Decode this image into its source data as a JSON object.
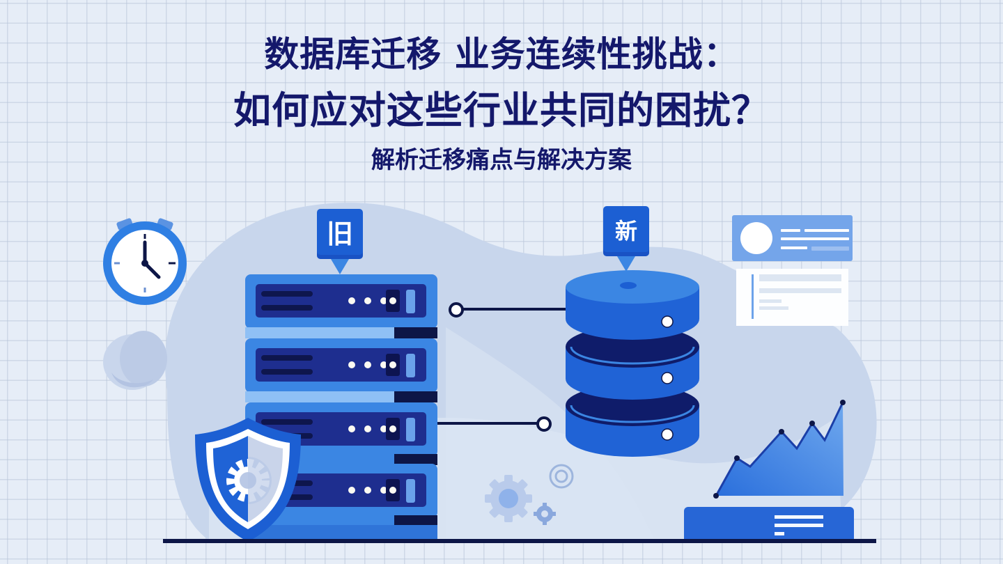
{
  "headline": {
    "line1": "数据库迁移 业务连续性挑战：",
    "line2": "如何应对这些行业共同的困扰？",
    "subtitle": "解析迁移痛点与解决方案"
  },
  "illustration": {
    "old_label": "旧",
    "new_label": "新",
    "server_units": 4,
    "db_tiers": 3,
    "icons": [
      "clock-icon",
      "cloud-icon",
      "shield-gear-icon",
      "gear-icons",
      "growth-chart-icon",
      "profile-card-icon",
      "document-icon"
    ]
  },
  "colors": {
    "title": "#14186b",
    "primary_blue": "#1c5fd3",
    "light_blue": "#3b86e3",
    "dark_navy": "#0d1647",
    "background": "#e6edf7",
    "blob": "#c7d5ea"
  }
}
